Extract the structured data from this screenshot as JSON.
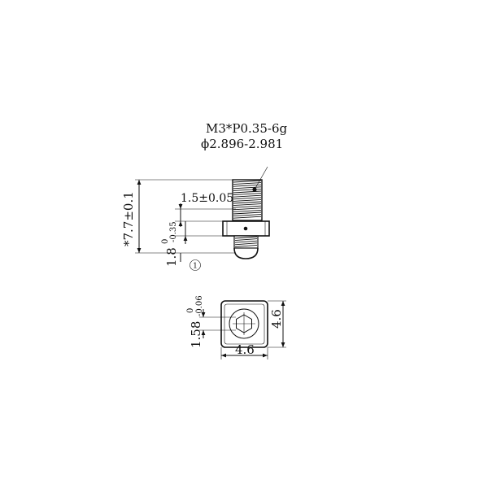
{
  "drawing": {
    "thread_spec": "M3*P0.35-6g",
    "thread_diameter": "ϕ2.896-2.981",
    "thread_length": "1.5±0.05",
    "total_length": "*7.7±0.1",
    "flange_thickness_base": "1.8",
    "flange_tol_upper": "0",
    "flange_tol_lower": "-0.35",
    "note_marker": "1",
    "hex_depth_base": "1.58",
    "hex_tol_upper": "0",
    "hex_tol_lower": "-0.06",
    "width_label": "4.6",
    "height_label": "4.6"
  }
}
